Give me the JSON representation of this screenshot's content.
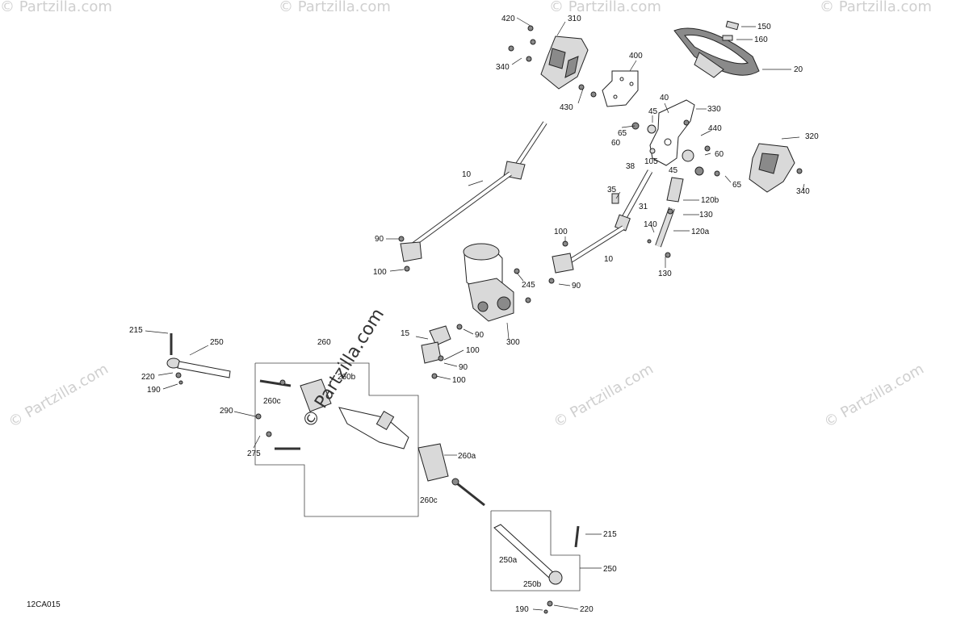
{
  "diagram_code": "12CA015",
  "watermarks": {
    "center_text": "© Partzilla.com",
    "side_text": "© Partzilla.com"
  },
  "callouts": [
    {
      "id": "c420",
      "label": "420"
    },
    {
      "id": "c310",
      "label": "310"
    },
    {
      "id": "c340a",
      "label": "340"
    },
    {
      "id": "c400",
      "label": "400"
    },
    {
      "id": "c430",
      "label": "430"
    },
    {
      "id": "c150",
      "label": "150"
    },
    {
      "id": "c160",
      "label": "160"
    },
    {
      "id": "c20",
      "label": "20"
    },
    {
      "id": "c40",
      "label": "40"
    },
    {
      "id": "c330",
      "label": "330"
    },
    {
      "id": "c45a",
      "label": "45"
    },
    {
      "id": "c65a",
      "label": "65"
    },
    {
      "id": "c60a",
      "label": "60"
    },
    {
      "id": "c440",
      "label": "440"
    },
    {
      "id": "c105",
      "label": "105"
    },
    {
      "id": "c60b",
      "label": "60"
    },
    {
      "id": "c45b",
      "label": "45"
    },
    {
      "id": "c320",
      "label": "320"
    },
    {
      "id": "c65b",
      "label": "65"
    },
    {
      "id": "c340b",
      "label": "340"
    },
    {
      "id": "c38",
      "label": "38"
    },
    {
      "id": "c10a",
      "label": "10"
    },
    {
      "id": "c35",
      "label": "35"
    },
    {
      "id": "c31",
      "label": "31"
    },
    {
      "id": "c120b",
      "label": "120b"
    },
    {
      "id": "c130a",
      "label": "130"
    },
    {
      "id": "c140",
      "label": "140"
    },
    {
      "id": "c120a",
      "label": "120a"
    },
    {
      "id": "c130b",
      "label": "130"
    },
    {
      "id": "c90a",
      "label": "90"
    },
    {
      "id": "c100a",
      "label": "100"
    },
    {
      "id": "c100b",
      "label": "100"
    },
    {
      "id": "c10b",
      "label": "10"
    },
    {
      "id": "c245",
      "label": "245"
    },
    {
      "id": "c90b",
      "label": "90"
    },
    {
      "id": "c15",
      "label": "15"
    },
    {
      "id": "c90c",
      "label": "90"
    },
    {
      "id": "c300",
      "label": "300"
    },
    {
      "id": "c100c",
      "label": "100"
    },
    {
      "id": "c90d",
      "label": "90"
    },
    {
      "id": "c100d",
      "label": "100"
    },
    {
      "id": "c215a",
      "label": "215"
    },
    {
      "id": "c250a",
      "label": "250"
    },
    {
      "id": "c220a",
      "label": "220"
    },
    {
      "id": "c190a",
      "label": "190"
    },
    {
      "id": "c260",
      "label": "260"
    },
    {
      "id": "c260b",
      "label": "260b"
    },
    {
      "id": "c260c1",
      "label": "260c"
    },
    {
      "id": "c290",
      "label": "290"
    },
    {
      "id": "c275",
      "label": "275"
    },
    {
      "id": "c260a",
      "label": "260a"
    },
    {
      "id": "c260c2",
      "label": "260c"
    },
    {
      "id": "c215b",
      "label": "215"
    },
    {
      "id": "c250b",
      "label": "250"
    },
    {
      "id": "c250a2",
      "label": "250a"
    },
    {
      "id": "c250b2",
      "label": "250b"
    },
    {
      "id": "c190b",
      "label": "190"
    },
    {
      "id": "c220b",
      "label": "220"
    }
  ]
}
